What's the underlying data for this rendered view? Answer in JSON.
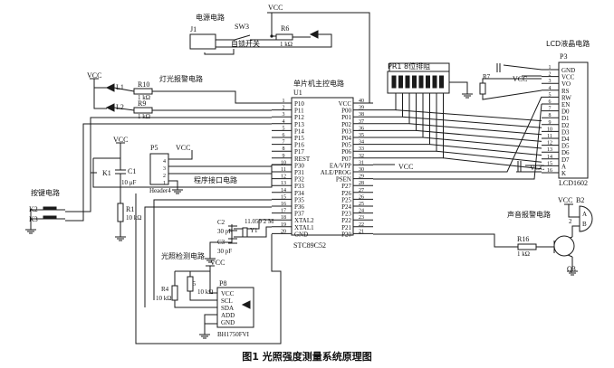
{
  "caption": "图1  光照强度测量系统原理图",
  "power": {
    "title": "电源电路",
    "vcc": "VCC",
    "j1": "J1",
    "sw": "SW3",
    "sw_desc": "自锁开关",
    "r": "R6",
    "r_val": "1 kΩ"
  },
  "mcu": {
    "title": "单片机主控电路",
    "ref": "U1",
    "part": "STC89C52",
    "left_pins": [
      {
        "name": "P10",
        "num": "1"
      },
      {
        "name": "P11",
        "num": "2"
      },
      {
        "name": "P12",
        "num": "3"
      },
      {
        "name": "P13",
        "num": "4"
      },
      {
        "name": "P14",
        "num": "5"
      },
      {
        "name": "P15",
        "num": "6"
      },
      {
        "name": "P16",
        "num": "7"
      },
      {
        "name": "P17",
        "num": "8"
      },
      {
        "name": "REST",
        "num": "9"
      },
      {
        "name": "P30",
        "num": "10"
      },
      {
        "name": "P31",
        "num": "11"
      },
      {
        "name": "P32",
        "num": "12"
      },
      {
        "name": "P33",
        "num": "13"
      },
      {
        "name": "P34",
        "num": "14"
      },
      {
        "name": "P35",
        "num": "15"
      },
      {
        "name": "P36",
        "num": "16"
      },
      {
        "name": "P37",
        "num": "17"
      },
      {
        "name": "XTAL2",
        "num": "18"
      },
      {
        "name": "XTAL1",
        "num": "19"
      },
      {
        "name": "GND",
        "num": "20"
      }
    ],
    "right_pins": [
      {
        "name": "VCC",
        "num": "40"
      },
      {
        "name": "P00",
        "num": "39"
      },
      {
        "name": "P01",
        "num": "38"
      },
      {
        "name": "P02",
        "num": "37"
      },
      {
        "name": "P03",
        "num": "36"
      },
      {
        "name": "P04",
        "num": "35"
      },
      {
        "name": "P05",
        "num": "34"
      },
      {
        "name": "P06",
        "num": "33"
      },
      {
        "name": "P07",
        "num": "32"
      },
      {
        "name": "EA/VPP",
        "num": "31"
      },
      {
        "name": "ALE/PROG",
        "num": "30"
      },
      {
        "name": "PSEN",
        "num": "29"
      },
      {
        "name": "P27",
        "num": "28"
      },
      {
        "name": "P26",
        "num": "27"
      },
      {
        "name": "P25",
        "num": "26"
      },
      {
        "name": "P24",
        "num": "25"
      },
      {
        "name": "P23",
        "num": "24"
      },
      {
        "name": "P22",
        "num": "23"
      },
      {
        "name": "P21",
        "num": "22"
      },
      {
        "name": "P20",
        "num": "21"
      }
    ],
    "vcc_31": "VCC"
  },
  "alarm_light": {
    "title": "灯光报警电路",
    "vcc": "VCC",
    "l1": "L1",
    "l2": "L2",
    "r10": "R10",
    "r10_val": "1 kΩ",
    "r9": "R9",
    "r9_val": "1 kΩ"
  },
  "reset": {
    "vcc": "VCC",
    "k1": "K1",
    "c1": "C1",
    "c1_val": "10 μF",
    "r1": "R1",
    "r1_val": "10 kΩ"
  },
  "prog": {
    "ref": "P5",
    "vcc": "VCC",
    "title": "程序接口电路",
    "part": "Header4",
    "pins": [
      "4",
      "3",
      "2",
      "1"
    ]
  },
  "keys": {
    "title": "按键电路",
    "k2": "K2",
    "k3": "K3"
  },
  "crystal": {
    "c2": "C2",
    "c2_val": "30 pF",
    "c3": "C3",
    "c3_val": "30 pF",
    "y1": "Y1",
    "y1_val": "11.059 2 M"
  },
  "sensor": {
    "title": "光照检测电路",
    "vcc": "VCC",
    "ref": "P8",
    "part": "BH1750FVI",
    "r4": "R4",
    "r4_val": "10 kΩ",
    "r5": "R5",
    "r5_val": "10 kΩ",
    "pins": [
      "VCC",
      "SCL",
      "SDA",
      "ADD",
      "GND"
    ]
  },
  "respack": {
    "title": "PR1 8位排阻"
  },
  "lcd": {
    "title": "LCD液晶电路",
    "ref": "P3",
    "part": "LCD1602",
    "r7": "R7",
    "vcc": "VCC",
    "pins": [
      {
        "name": "GND",
        "num": "1"
      },
      {
        "name": "VCC",
        "num": "2"
      },
      {
        "name": "VO",
        "num": "3"
      },
      {
        "name": "RS",
        "num": "4"
      },
      {
        "name": "RW",
        "num": "5"
      },
      {
        "name": "EN",
        "num": "6"
      },
      {
        "name": "D0",
        "num": "7"
      },
      {
        "name": "D1",
        "num": "8"
      },
      {
        "name": "D2",
        "num": "9"
      },
      {
        "name": "D3",
        "num": "10"
      },
      {
        "name": "D4",
        "num": "11"
      },
      {
        "name": "D5",
        "num": "12"
      },
      {
        "name": "D6",
        "num": "13"
      },
      {
        "name": "D7",
        "num": "14"
      },
      {
        "name": "A",
        "num": "15"
      },
      {
        "name": "K",
        "num": "16"
      }
    ],
    "vcc_a": "VCC"
  },
  "buzzer": {
    "title": "声音报警电路",
    "vcc": "VCC",
    "b2": "B2",
    "r16": "R16",
    "r16_val": "1 kΩ",
    "q3": "Q3",
    "pins": [
      "A",
      "B"
    ],
    "pin_num": "2"
  }
}
